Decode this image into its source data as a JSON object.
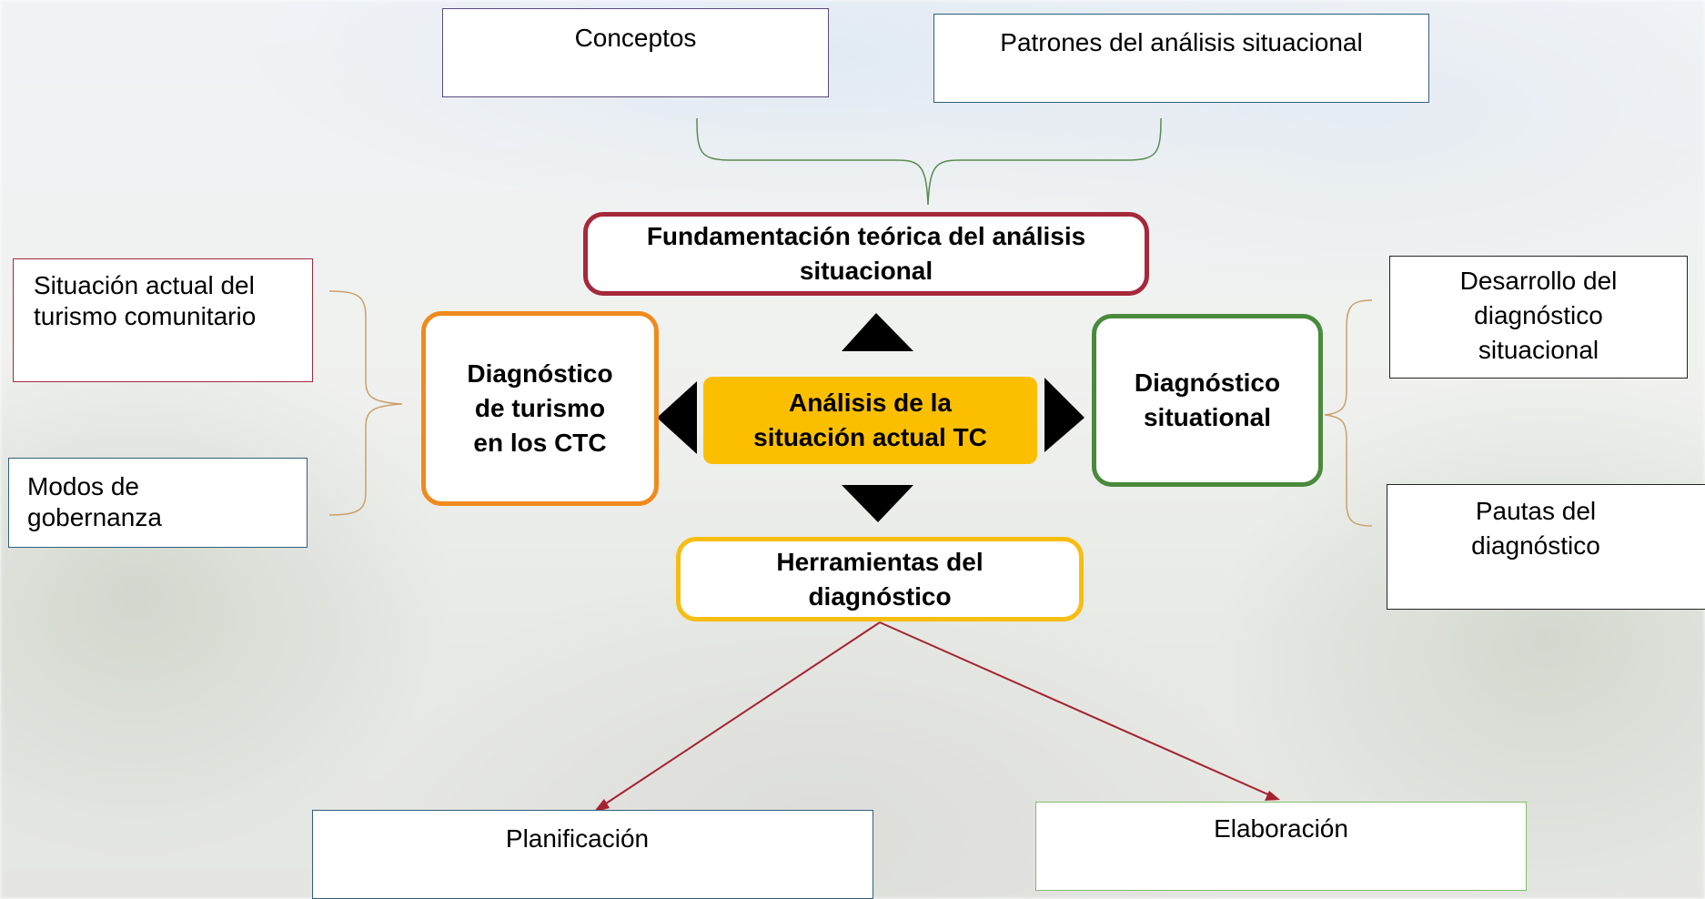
{
  "center": {
    "label_line1": "Análisis de la",
    "label_line2": "situación actual TC"
  },
  "nodes": {
    "fundamentacion": {
      "line1": "Fundamentación  teórica del análisis",
      "line2": "situacional"
    },
    "diag_turismo": {
      "line1": "Diagnóstico",
      "line2": "de turismo",
      "line3": "en los CTC"
    },
    "diag_situational": {
      "line1": "Diagnóstico",
      "line2": "situational"
    },
    "herramientas": {
      "line1": "Herramientas del",
      "line2": "diagnóstico"
    }
  },
  "leaves": {
    "conceptos": "Conceptos",
    "patrones": "Patrones del análisis situacional",
    "situacion_actual": {
      "line1": "Situación actual del",
      "line2": "turismo comunitario"
    },
    "modos": {
      "line1": "Modos de",
      "line2": "gobernanza"
    },
    "desarrollo": {
      "line1": "Desarrollo del",
      "line2": "diagnóstico",
      "line3": "situacional"
    },
    "pautas": {
      "line1": "Pautas  del",
      "line2": "diagnóstico"
    },
    "planificacion": "Planificación",
    "elaboracion": "Elaboración"
  },
  "colors": {
    "fundamentacion_border": "#a5293a",
    "diag_turismo_border": "#f08a1c",
    "diag_situational_border": "#4a8a3c",
    "herramientas_border": "#f7bd12",
    "center_fill": "#fbbf00",
    "arrow": "#000000",
    "connector": "#a52230",
    "bracket": "#c9a06a",
    "bracket_top": "#5a8a50"
  }
}
